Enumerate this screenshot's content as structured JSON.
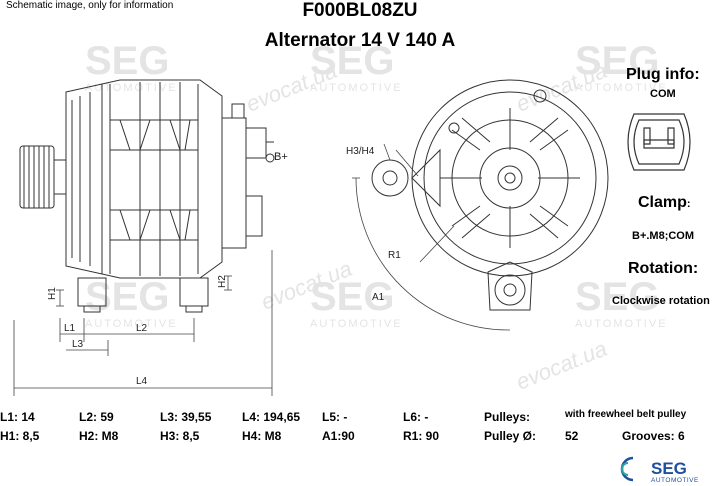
{
  "header": {
    "note": "Schematic image, only for information",
    "part_number": "F000BL08ZU",
    "title": "Alternator 14 V 140 A"
  },
  "side_drawing_labels": {
    "terminal": "B+",
    "h1": "H1",
    "h2": "H2",
    "l1": "L1",
    "l2": "L2",
    "l3": "L3",
    "l4": "L4"
  },
  "front_drawing_labels": {
    "h3h4": "H3/H4",
    "r1": "R1",
    "a1": "A1"
  },
  "info_panel": {
    "plug_heading": "Plug info:",
    "plug_value": "COM",
    "clamp_heading": "Clamp",
    "clamp_colon": ":",
    "clamp_value": "B+.M8;COM",
    "rotation_heading": "Rotation:",
    "rotation_value": "Clockwise rotation"
  },
  "specs": {
    "l1": "L1: 14",
    "l2": "L2: 59",
    "l3": "L3: 39,55",
    "l4": "L4: 194,65",
    "l5": "L5: -",
    "l6": "L6: -",
    "pulleys_label": "Pulleys:",
    "pulleys_value": "with freewheel belt pulley",
    "h1": "H1: 8,5",
    "h2": "H2: M8",
    "h3": "H3: 8,5",
    "h4": "H4: M8",
    "a1": "A1:90",
    "r1": "R1: 90",
    "pulley_dia_label": "Pulley Ø:",
    "pulley_dia_value": "52",
    "grooves": "Grooves: 6"
  },
  "watermarks": {
    "brand": "SEG",
    "sub": "AUTOMOTIVE",
    "site": "evocat.ua"
  },
  "logo": {
    "brand": "SEG",
    "sub": "AUTOMOTIVE"
  },
  "colors": {
    "logo_blue": "#1f4fa0",
    "logo_teal": "#2aa7a0",
    "watermark": "#e6e6e6"
  }
}
